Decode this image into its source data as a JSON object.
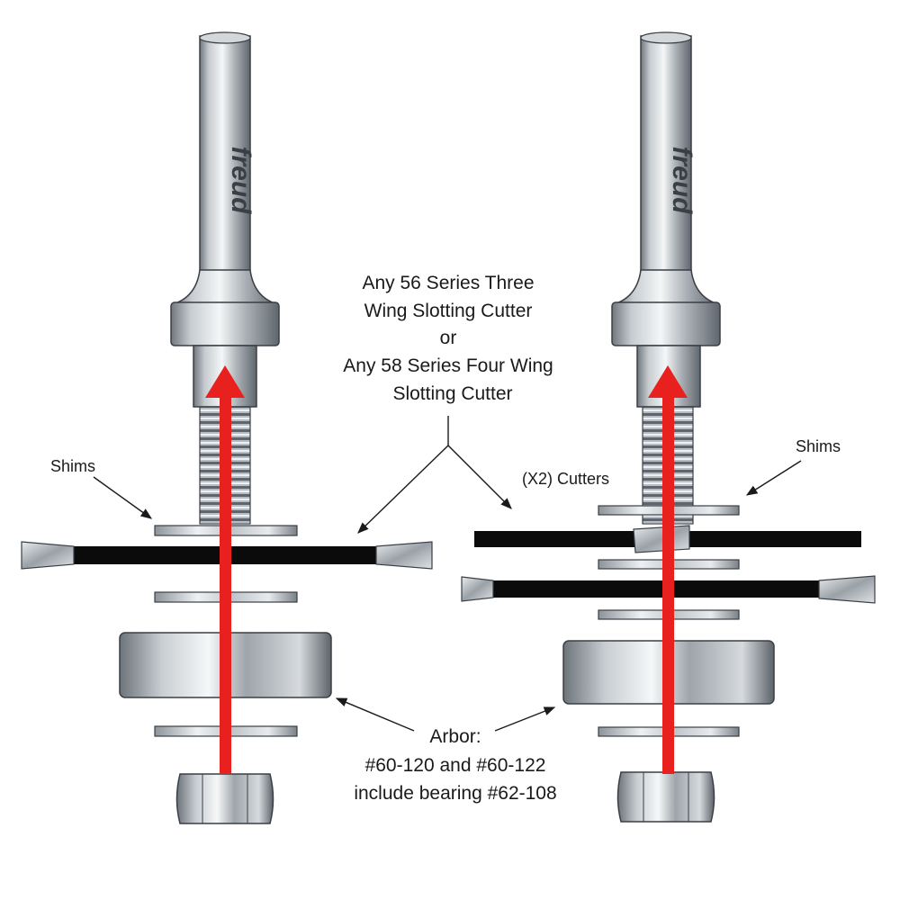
{
  "brand": "freud",
  "colors": {
    "rod": "#e8201e",
    "steel_dark": "#7f868d",
    "steel_light": "#eef1f3",
    "blade": "#0b0b0b",
    "outline": "#3a3f45"
  },
  "labels": {
    "cutter_note": [
      "Any 56 Series Three",
      "Wing Slotting Cutter",
      "or",
      "Any 58 Series Four Wing",
      "Slotting Cutter"
    ],
    "shims_left": "Shims",
    "shims_right": "Shims",
    "cutters_x2": "(X2) Cutters",
    "arbor": [
      "Arbor:",
      "#60-120 and #60-122",
      "include bearing #62-108"
    ]
  }
}
